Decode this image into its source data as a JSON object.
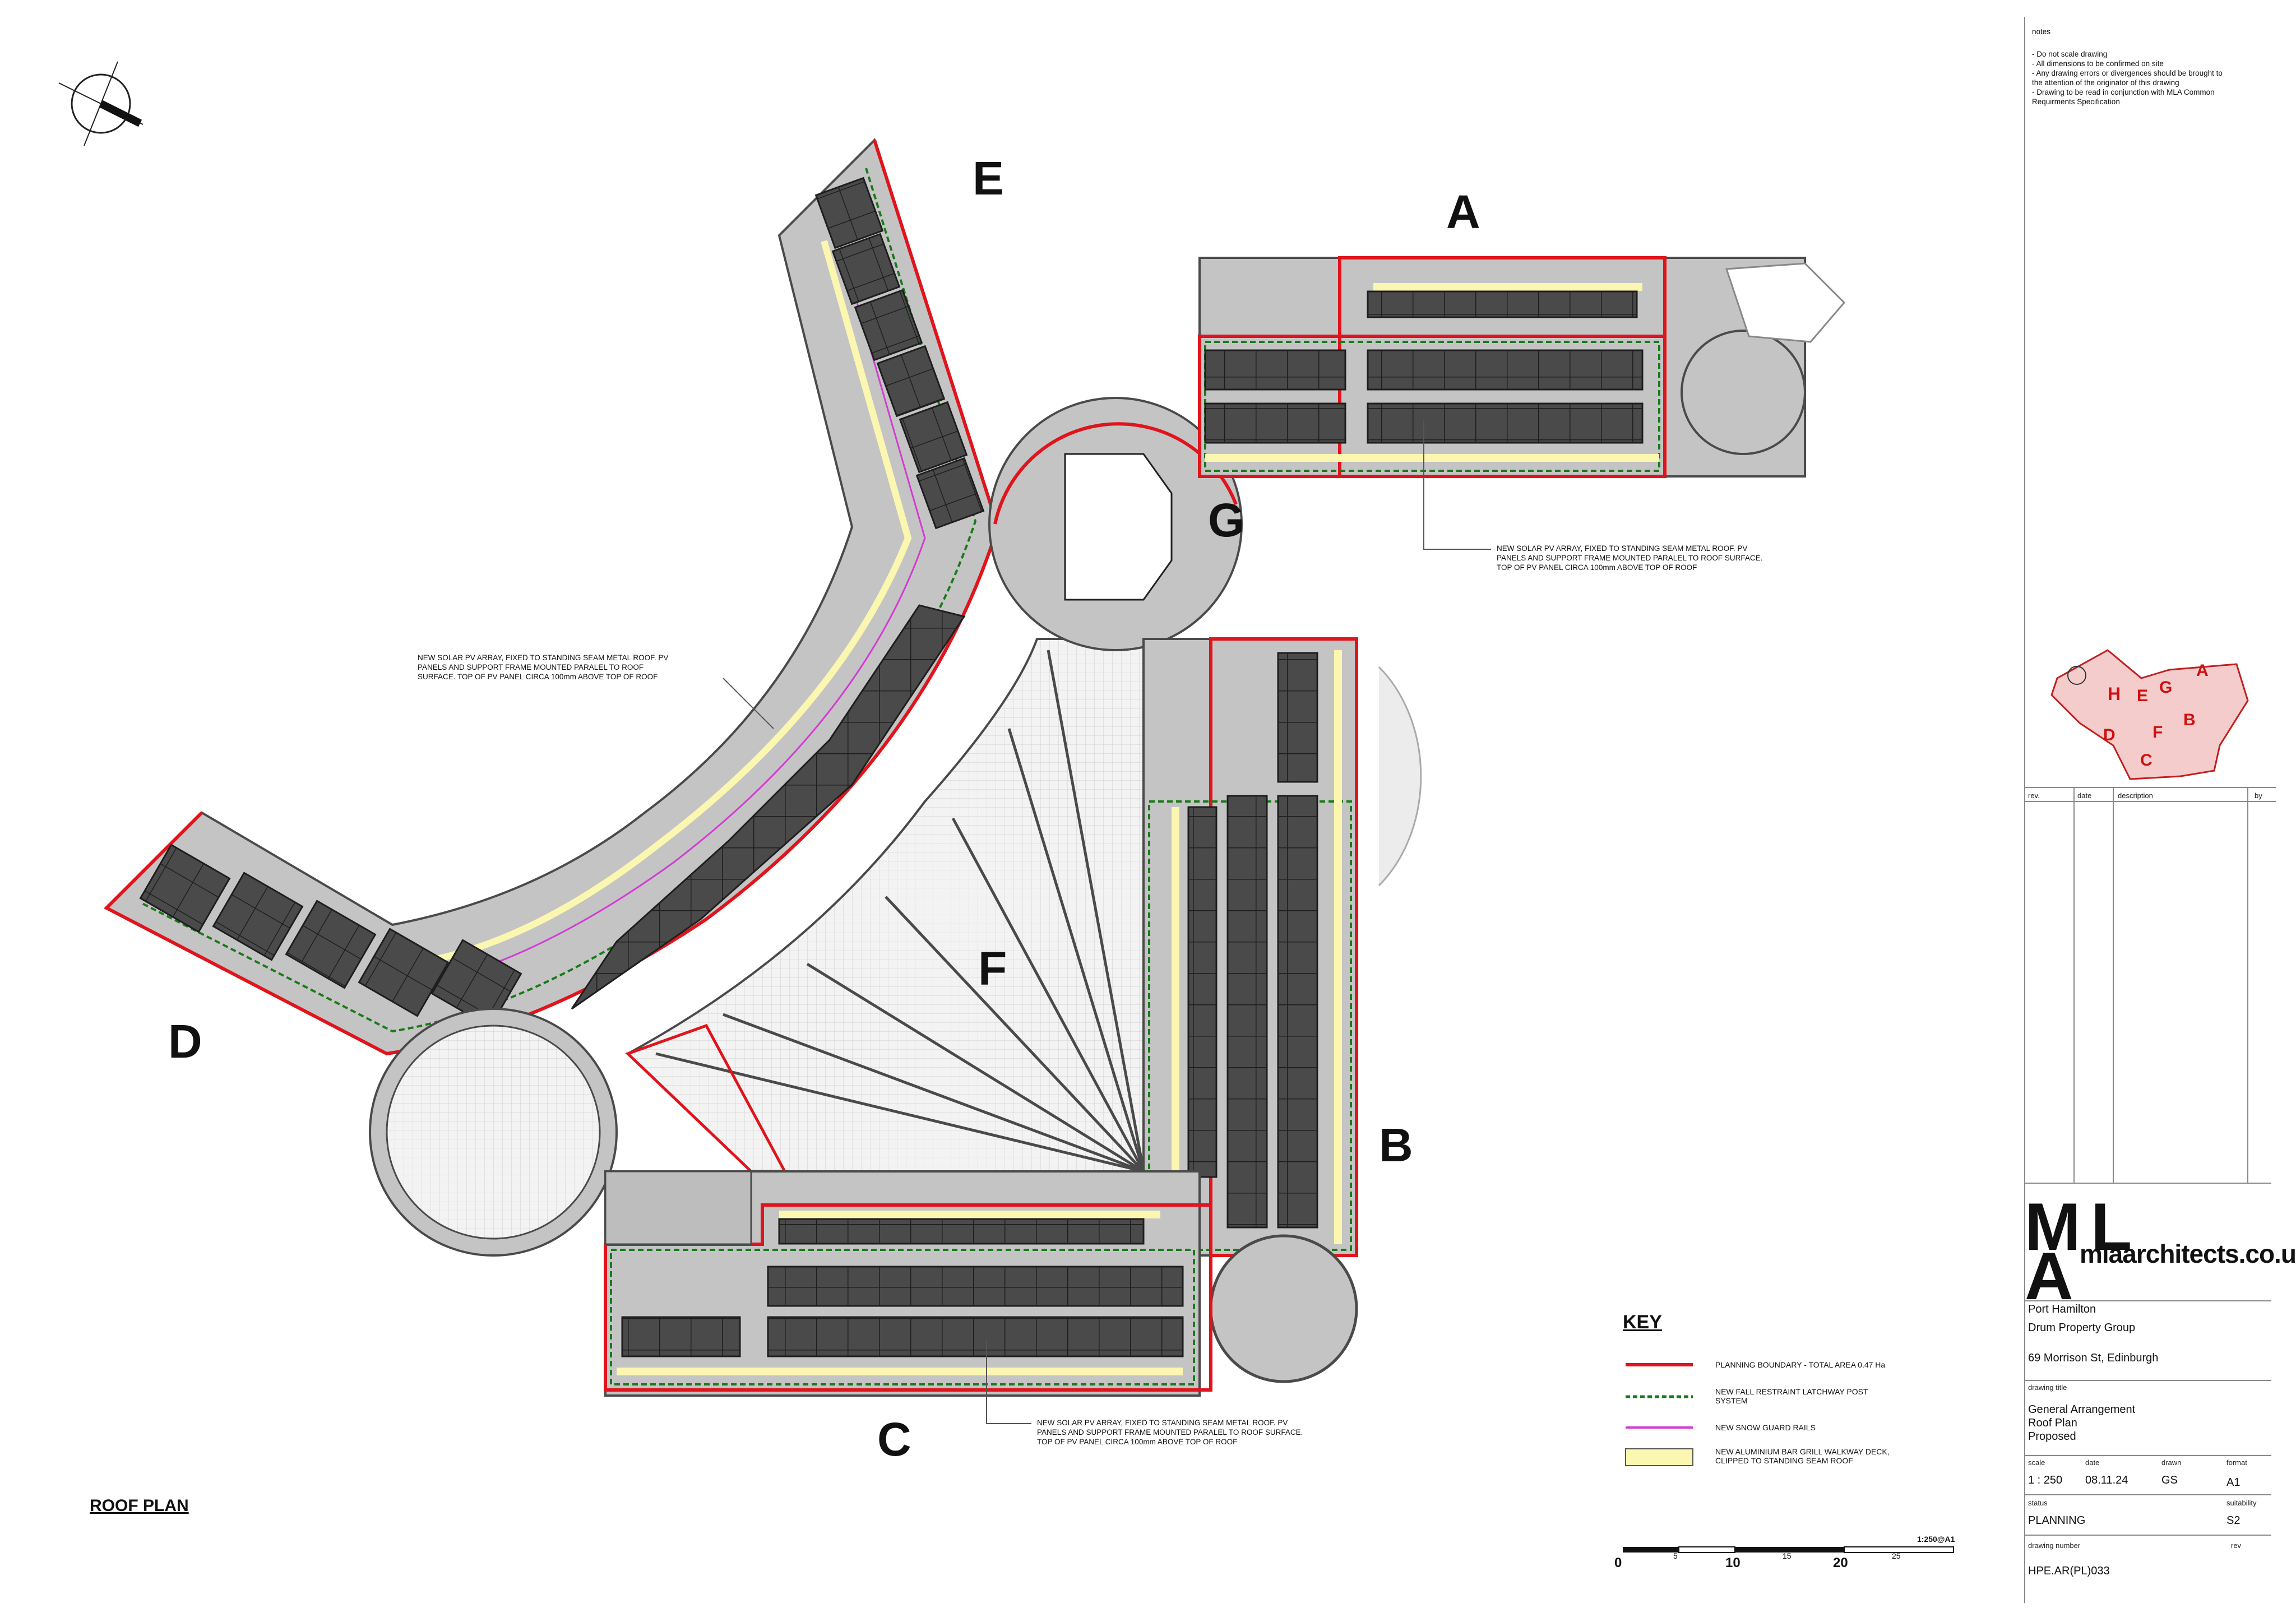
{
  "zones": {
    "A": "A",
    "B": "B",
    "C": "C",
    "D": "D",
    "E": "E",
    "F": "F",
    "G": "G"
  },
  "title": "ROOF PLAN",
  "callouts": {
    "pv_note": "NEW SOLAR PV ARRAY, FIXED TO STANDING SEAM METAL ROOF. PV PANELS AND SUPPORT FRAME MOUNTED PARALEL TO ROOF SURFACE. TOP OF PV PANEL CIRCA 100mm ABOVE TOP OF ROOF"
  },
  "notes": {
    "heading": "notes",
    "items": [
      "- Do not scale drawing",
      "- All dimensions to be confirmed on site",
      "- Any drawing errors or divergences should be brought to the attention of the originator of this drawing",
      "- Drawing to be read in conjunction with MLA Common Requirments Specification"
    ]
  },
  "key": {
    "heading": "KEY",
    "items": [
      {
        "label": "PLANNING BOUNDARY - TOTAL AREA 0.47 Ha",
        "color": "#e0141c"
      },
      {
        "label": "NEW FALL RESTRAINT LATCHWAY POST SYSTEM",
        "color": "#1a7a1a"
      },
      {
        "label": "NEW SNOW GUARD RAILS",
        "color": "#d23cd2"
      },
      {
        "label": "NEW ALUMINIUM BAR GRILL WALKWAY DECK, CLIPPED TO STANDING SEAM ROOF",
        "color": "#fbf6b0"
      }
    ]
  },
  "scale_bar": {
    "ticks": [
      "0",
      "5",
      "10",
      "15",
      "20",
      "25"
    ],
    "ratio": "1:250@A1"
  },
  "key_plan": {
    "labels": [
      "H",
      "E",
      "G",
      "A",
      "D",
      "F",
      "B",
      "C"
    ]
  },
  "revision_table": {
    "columns": [
      "rev.",
      "date",
      "description",
      "by"
    ]
  },
  "title_block": {
    "logo_letters": [
      "M",
      "L",
      "A"
    ],
    "website": "mlaarchitects.co.uk",
    "project": "Port Hamilton",
    "client": "Drum Property Group",
    "address": "69 Morrison St, Edinburgh",
    "drawing_title_label": "drawing title",
    "drawing_title": [
      "General Arrangement",
      "Roof Plan",
      "Proposed"
    ],
    "scale_label": "scale",
    "scale": "1 : 250",
    "date_label": "date",
    "date": "08.11.24",
    "drawn_label": "drawn",
    "drawn": "GS",
    "format_label": "format",
    "format": "A1",
    "status_label": "status",
    "status": "PLANNING",
    "suitability_label": "suitability",
    "suitability": "S2",
    "drawing_number_label": "drawing number",
    "drawing_number": "HPE.AR(PL)033",
    "rev_label": "rev"
  },
  "colors": {
    "roof": "#c4c4c4",
    "roof_outline": "#4a4a4a",
    "pv_panel": "#4a4a4a",
    "boundary": "#e0141c",
    "latchway": "#1a7a1a",
    "snow_guard": "#d23cd2",
    "walkway": "#fbf6b0",
    "glazing": "#f4f4f4"
  }
}
